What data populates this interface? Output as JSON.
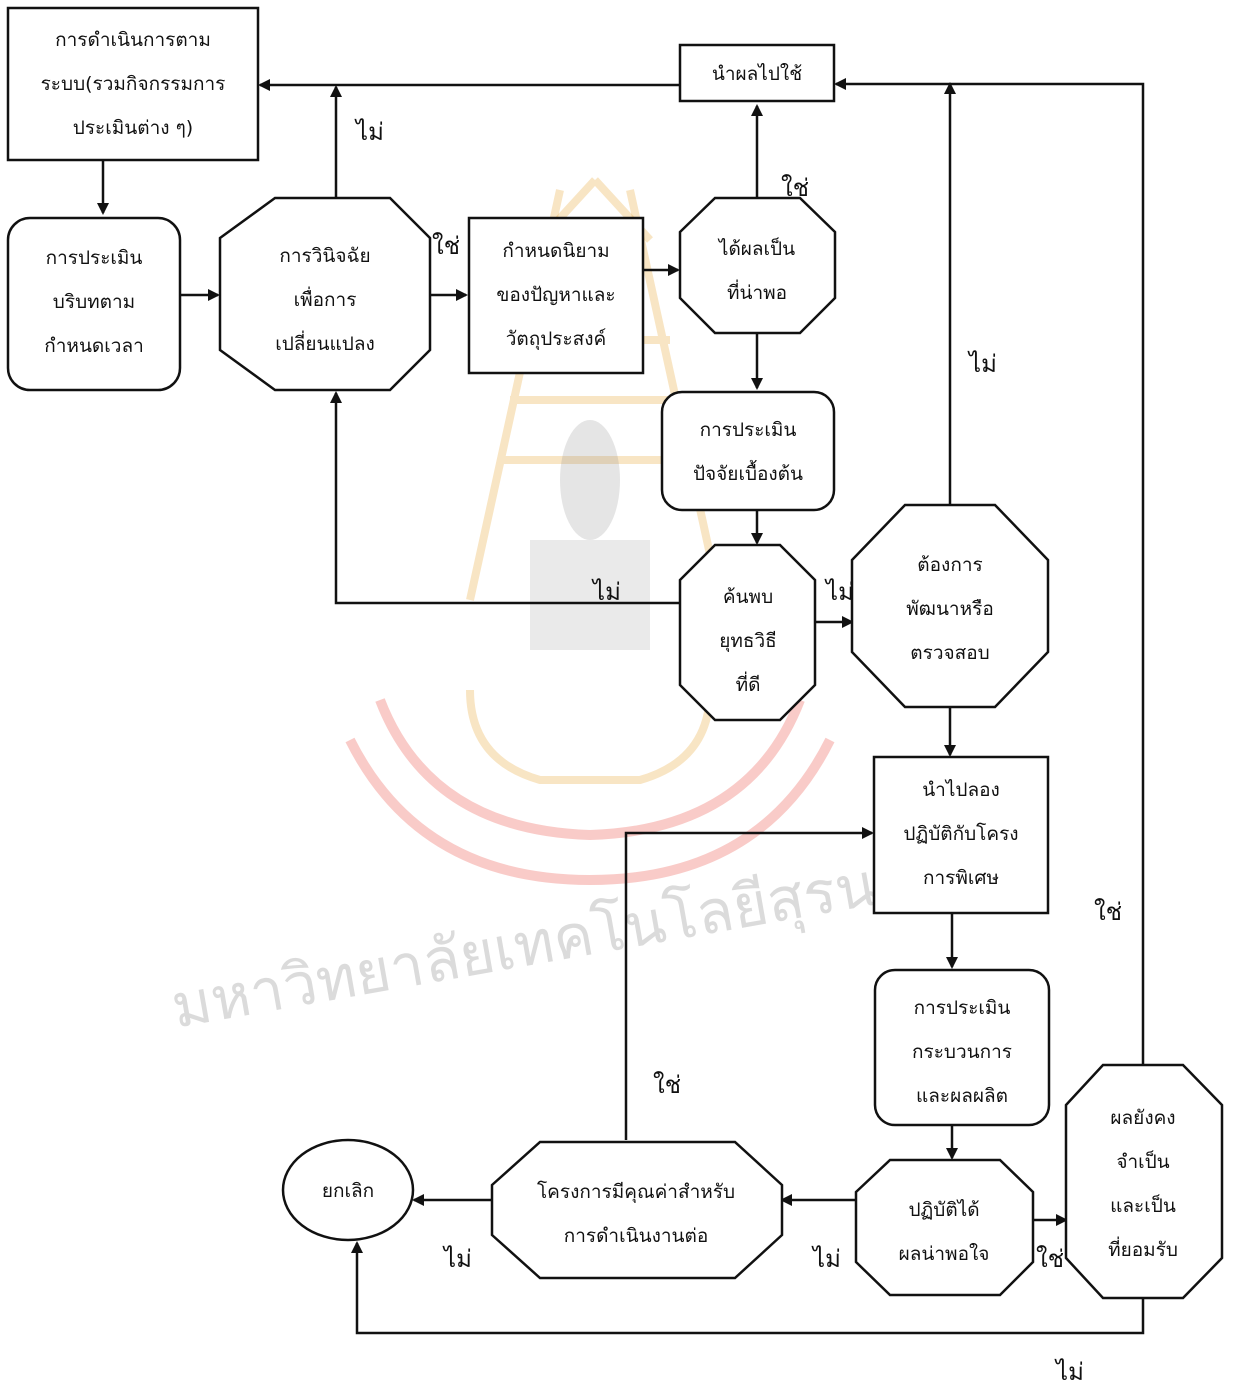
{
  "nodes": {
    "operate_system": {
      "lines": [
        "การดำเนินการตาม",
        "ระบบ(รวมกิจกรรมการ",
        "ประเมินต่าง ๆ)"
      ]
    },
    "apply_results": {
      "lines": [
        "นำผลไปใช้"
      ]
    },
    "periodic_eval": {
      "lines": [
        "การประเมิน",
        "บริบทตาม",
        "กำหนดเวลา"
      ]
    },
    "diagnosis": {
      "lines": [
        "การวินิจฉัย",
        "เพื่อการ",
        "เปลี่ยนแปลง"
      ]
    },
    "define_problem": {
      "lines": [
        "กำหนดนิยาม",
        "ของปัญหาและ",
        "วัตถุประสงค์"
      ]
    },
    "satisfactory": {
      "lines": [
        "ได้ผลเป็น",
        "ที่น่าพอ"
      ]
    },
    "initial_eval": {
      "lines": [
        "การประเมิน",
        "ปัจจัยเบื้องต้น"
      ]
    },
    "good_strategy": {
      "lines": [
        "ค้นพบ",
        "ยุทธวิธี",
        "ที่ดี"
      ]
    },
    "need_develop": {
      "lines": [
        "ต้องการ",
        "พัฒนาหรือ",
        "ตรวจสอบ"
      ]
    },
    "pilot": {
      "lines": [
        "นำไปลอง",
        "ปฏิบัติกับโครง",
        "การพิเศษ"
      ]
    },
    "process_eval": {
      "lines": [
        "การประเมิน",
        "กระบวนการ",
        "และผลผลิต"
      ]
    },
    "practical": {
      "lines": [
        "ปฏิบัติได้",
        "ผลน่าพอใจ"
      ]
    },
    "still_needed": {
      "lines": [
        "ผลยังคง",
        "จำเป็น",
        "และเป็น",
        "ที่ยอมรับ"
      ]
    },
    "worthwhile": {
      "lines": [
        "โครงการมีคุณค่าสำหรับ",
        "การดำเนินงานต่อ"
      ]
    },
    "cancel": {
      "lines": [
        "ยกเลิก"
      ]
    }
  },
  "labels": {
    "yes": "ใช่",
    "no": "ไม่"
  },
  "watermark": {
    "text": "มหาวิทยาลัยเทคโนโลยีสุรนารี"
  }
}
